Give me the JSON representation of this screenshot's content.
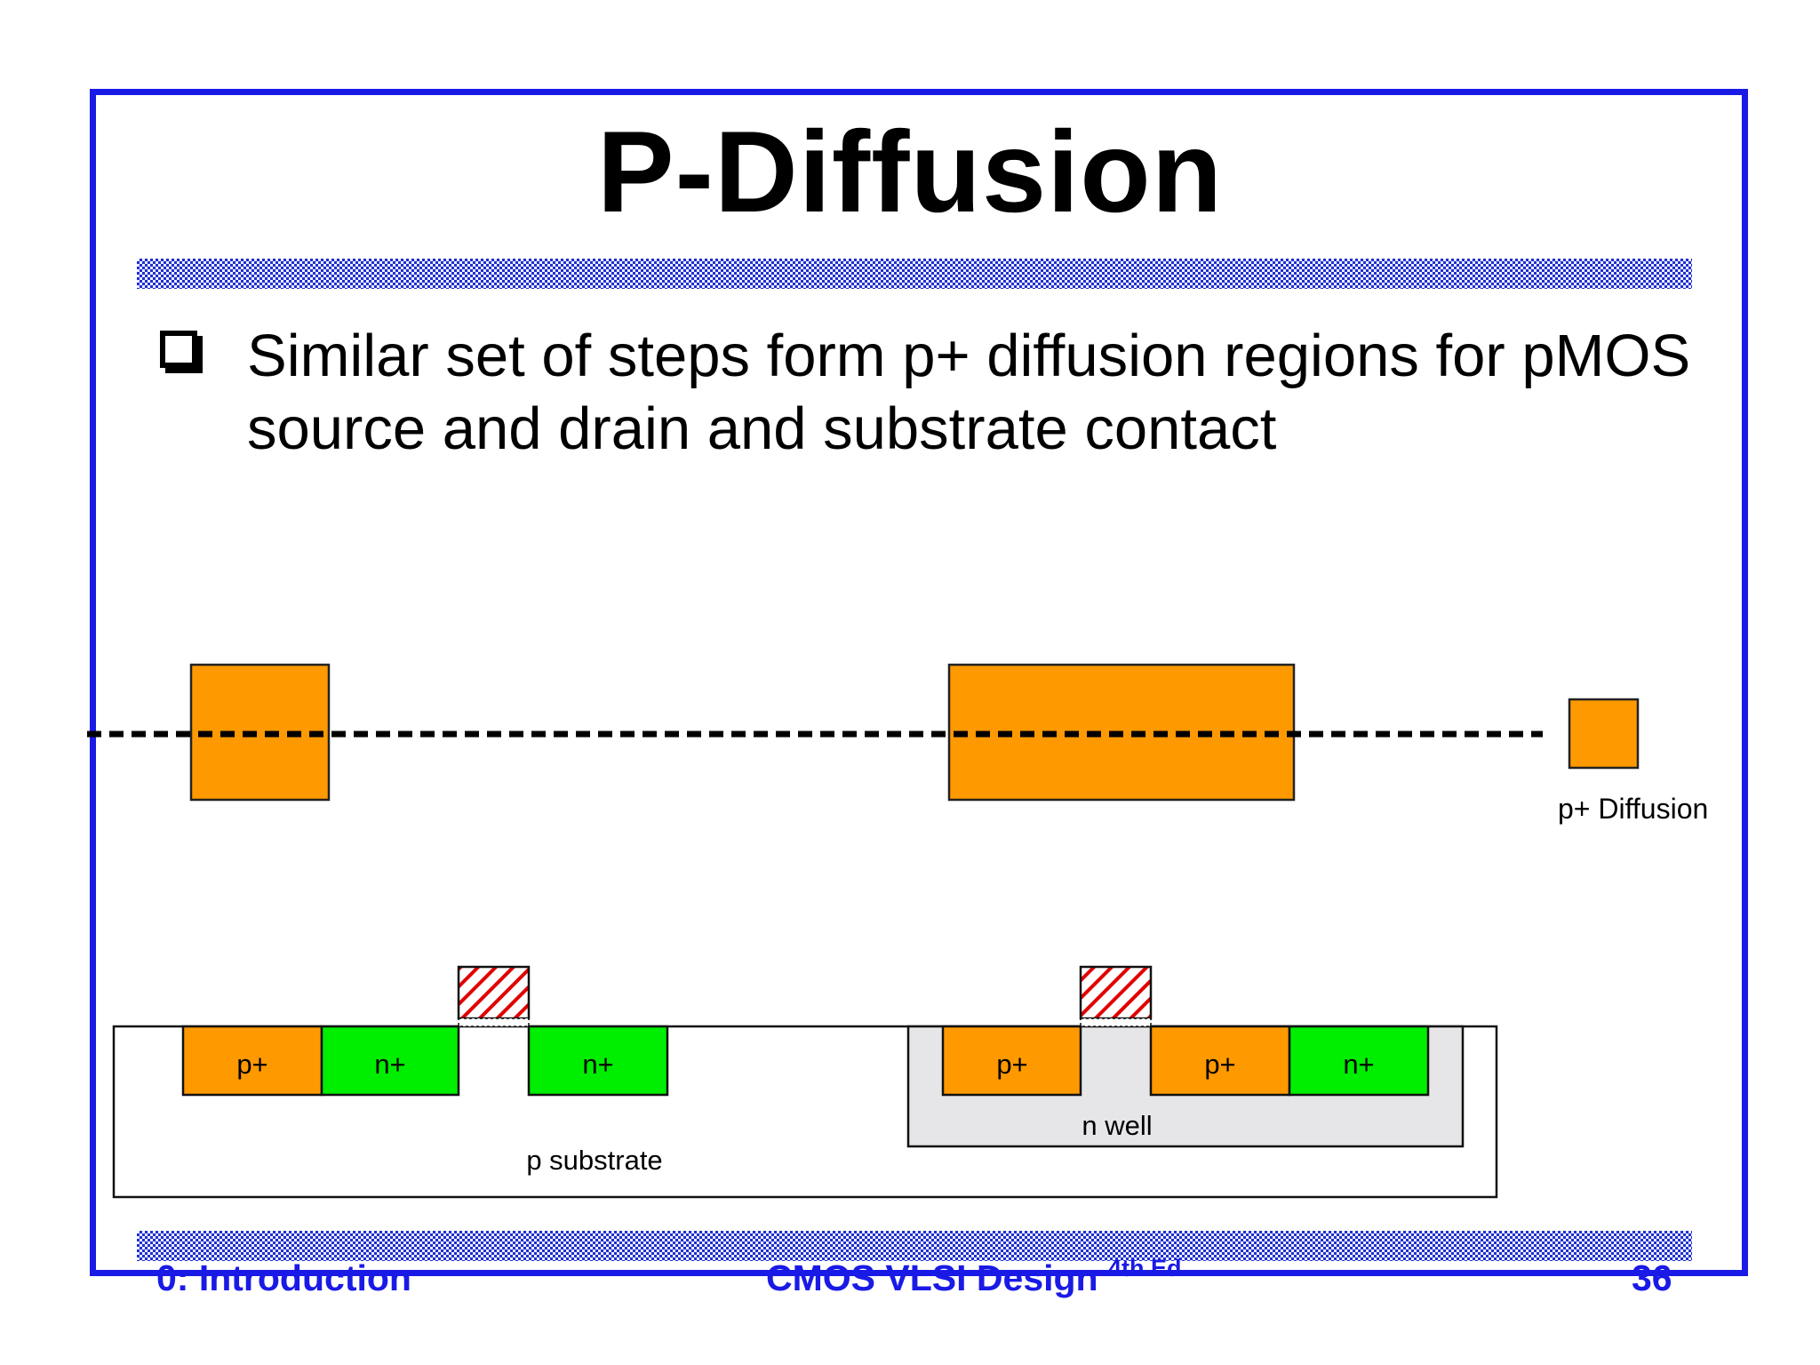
{
  "slide": {
    "title": "P-Diffusion",
    "bullet": "Similar set of steps form p+ diffusion regions for pMOS source and drain and substrate contact"
  },
  "diagram": {
    "legend_label": "p+ Diffusion",
    "layers": {
      "p_plus": "p+",
      "n_plus": "n+",
      "n_well": "n well",
      "p_substrate": "p substrate"
    },
    "colors": {
      "p_diffusion": "#ff9900",
      "n_diffusion": "#00ee00",
      "n_well": "#e6e6e9",
      "substrate": "#ffffff",
      "gate_hatch": "#e00000",
      "frame": "#1a1ae6"
    }
  },
  "footer": {
    "left": "0: Introduction",
    "center": "CMOS VLSI Design",
    "center_superscript": "4th Ed.",
    "page_number": "36"
  }
}
